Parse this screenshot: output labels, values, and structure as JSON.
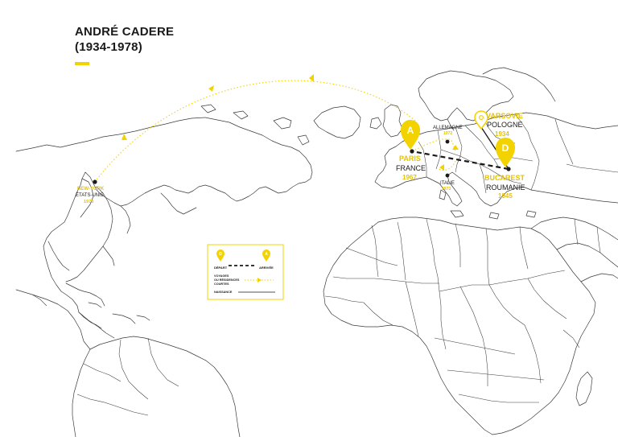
{
  "title": {
    "name": "ANDRÉ CADERE",
    "dates": "(1934-1978)"
  },
  "colors": {
    "accent": "#f2d300",
    "accent_text": "#e5c400",
    "ink": "#1a1a1a",
    "map_lines": "#3a3a3a"
  },
  "places": {
    "new_york": {
      "city": "NEW-YORK",
      "country": "ÉTATS-UNIS",
      "year": "1978"
    },
    "paris": {
      "city": "PARIS",
      "country": "FRANCE",
      "year": "1967",
      "marker": "A"
    },
    "allemagne": {
      "country": "ALLEMAGNE",
      "year": "1972"
    },
    "italie": {
      "country": "ITALIE",
      "year": "1973"
    },
    "varsovie": {
      "city": "VARSOVIE",
      "country": "POLOGNE",
      "year": "1934"
    },
    "bucarest": {
      "city": "BUCAREST",
      "country": "ROUMANIE",
      "year": "1945",
      "marker": "D"
    }
  },
  "legend": {
    "depart_marker": "D",
    "depart_label": "DÉPART",
    "arrivee_marker": "A",
    "arrivee_label": "ARRIVÉE",
    "voyages_label_1": "VOYAGES",
    "voyages_label_2": "OU RÉSIDENCES",
    "voyages_label_3": "COURTES",
    "naissance_label": "NAISSANCE"
  }
}
